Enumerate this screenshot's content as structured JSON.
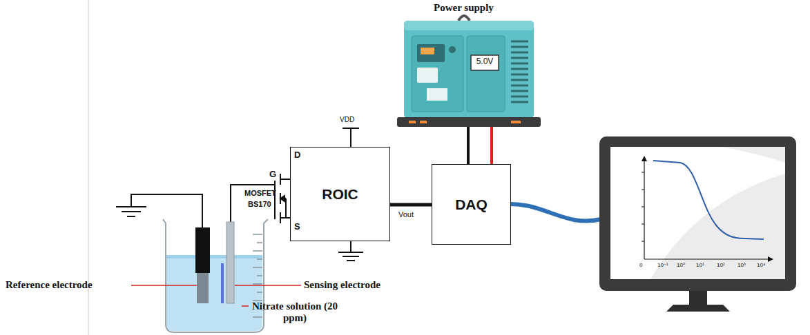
{
  "diagram": {
    "nodes": [
      {
        "text": [
          "ROIC"
        ]
      },
      {
        "text": [
          "DAQ"
        ]
      }
    ],
    "edges": [
      {
        "from": 0,
        "to": 1,
        "arrow": "none"
      }
    ],
    "labels": [
      "Power supply",
      "5.0V",
      "VDD",
      "D",
      "G",
      "MOSFET",
      "BS170",
      "S",
      "Vout",
      "Reference electrode",
      "Sensing electrode",
      "Nitrate solution (20 ppm)",
      "0",
      "10⁻¹",
      "10⁰",
      "10¹",
      "10²",
      "10³",
      "10⁴"
    ]
  }
}
